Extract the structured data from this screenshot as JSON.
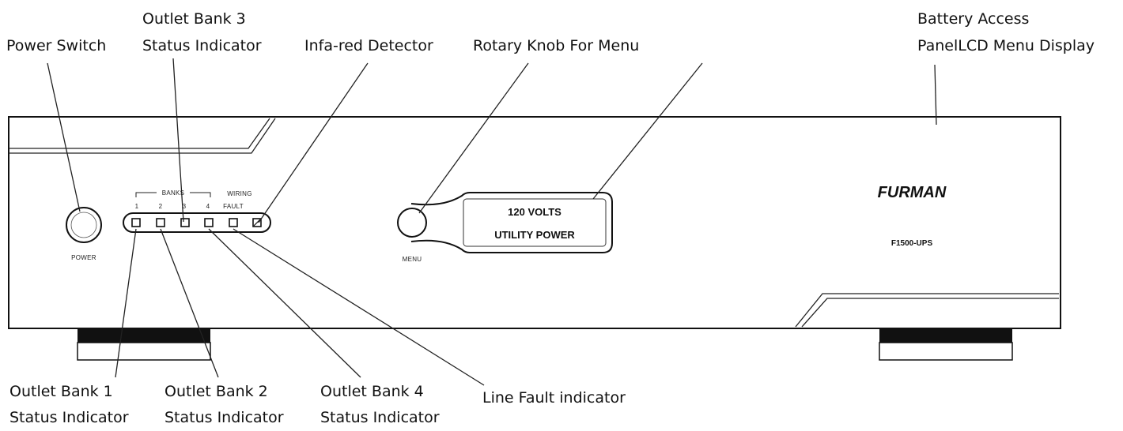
{
  "callouts": {
    "power_switch": "Power Switch",
    "outlet_bank_3_l1": "Outlet Bank 3",
    "outlet_bank_3_l2": "Status Indicator",
    "infrared_detector": "Infa-red Detector",
    "rotary_knob": "Rotary Knob For Menu",
    "battery_l1": "Battery Access",
    "battery_l2": "PanelLCD Menu Display",
    "outlet_bank_1_l1": "Outlet Bank 1",
    "outlet_bank_1_l2": "Status Indicator",
    "outlet_bank_2_l1": "Outlet Bank 2",
    "outlet_bank_2_l2": "Status Indicator",
    "outlet_bank_4_l1": "Outlet Bank 4",
    "outlet_bank_4_l2": "Status Indicator",
    "line_fault": "Line Fault indicator"
  },
  "panel": {
    "banks_label": "BANKS",
    "wiring_label": "WIRING",
    "fault_label": "FAULT",
    "bank_numbers": [
      "1",
      "2",
      "3",
      "4"
    ],
    "power_label": "POWER",
    "menu_label": "MENU",
    "lcd_line1": "120 VOLTS",
    "lcd_line2": "UTILITY POWER",
    "brand": "FURMAN",
    "model": "F1500-UPS"
  }
}
